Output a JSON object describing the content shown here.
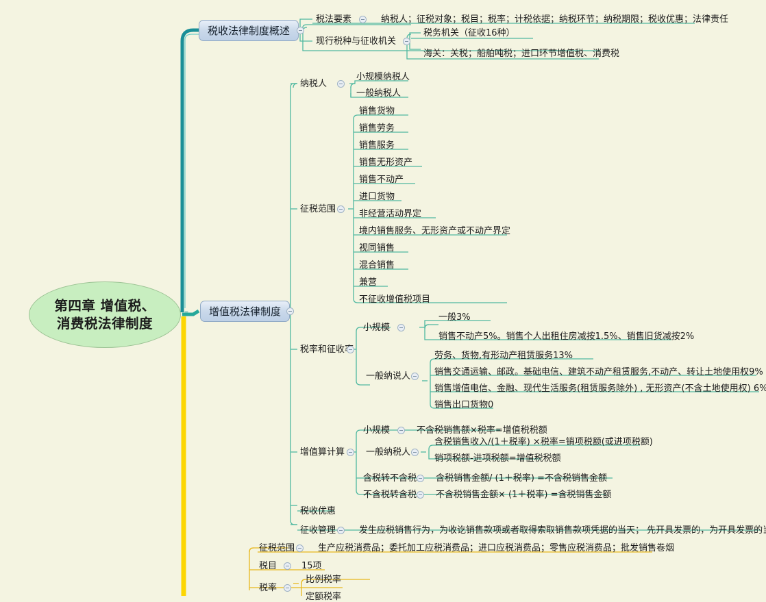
{
  "meta": {
    "background_color": "#f4f4e1",
    "trunk_color_top": "#1a8f97",
    "trunk_color_bottom": "#fcd603",
    "branch_color_green": "#4fb8a0",
    "branch_color_yellow": "#e8b81e",
    "root_fill": "#c8eec0",
    "level1_fill": "#c9d8ea"
  },
  "root": {
    "line1": "第四章 增值税、",
    "line2": "消费税法律制度"
  },
  "branch1": {
    "label": "税收法律制度概述",
    "children": [
      {
        "label": "税法要素",
        "detail": "纳税人；征税对象；税目；税率；计税依据；纳税环节；纳税期限；税收优惠；法律责任"
      },
      {
        "label": "现行税种与征收机关",
        "children": [
          {
            "label": "税务机关（征收16种）"
          },
          {
            "label": "海关：关税；船舶吨税；进口环节增值税、消费税"
          }
        ]
      }
    ]
  },
  "branch2": {
    "label": "增值税法律制度",
    "groups": [
      {
        "label": "纳税人",
        "items": [
          "小规模纳税人",
          "一般纳税人"
        ]
      },
      {
        "label": "征税范围",
        "items": [
          "销售货物",
          "销售劳务",
          "销售服务",
          "销售无形资产",
          "销售不动产",
          "进口货物",
          "非经营活动界定",
          "境内销售服务、无形资产或不动产界定",
          "视同销售",
          "混合销售",
          "兼营",
          "不征收增值税项目"
        ]
      },
      {
        "label": "税率和征收率",
        "subgroups": [
          {
            "label": "小规模",
            "items": [
              "一般3%",
              "销售不动产5%。销售个人出租住房减按1.5%、销售旧货减按2%"
            ]
          },
          {
            "label": "一般纳说人",
            "items": [
              "劳务、货物,有形动产租赁服务13%",
              "销售交通运输、邮政。基础电信、建筑不动产租赁服务,不动产、转让土地使用权9%",
              "销售增值电信、金融、现代生活服务(租赁服务除外) , 无形资产(不含土地使用权) 6%",
              "销售出口货物0"
            ]
          }
        ]
      },
      {
        "label": "增值算计算",
        "subgroups": [
          {
            "label": "小规模",
            "items": [
              "不含税销售额×税率=增值税税额"
            ]
          },
          {
            "label": "一般纳税人",
            "items": [
              "含税销售收入/(1＋税率) ×税率=销项税额(或进项税额)",
              "销项税额-进项税额=增值税税额"
            ]
          },
          {
            "label": "含税转不含税",
            "items": [
              "含税销售金额/ (1＋税率) =不含税销售金额"
            ]
          },
          {
            "label": "不含税转含税",
            "items": [
              "不含税销售金额× (1＋税率) =含税销售金额"
            ]
          }
        ]
      },
      {
        "label": "税收优惠",
        "items": []
      },
      {
        "label": "征收管理",
        "detail": "发生应税销售行为，为收讫销售款项或者取得索取销售款项凭据的当天； 先开具发票的，为开具发票的当天"
      }
    ]
  },
  "branch3": {
    "groups": [
      {
        "label": "征税范围",
        "detail": "生产应税消费品；委托加工应税消费品；进口应税消费品；零售应税消费品；批发销售卷烟"
      },
      {
        "label": "税目",
        "detail": "15项"
      },
      {
        "label": "税率",
        "items": [
          "比例税率",
          "定额税率"
        ]
      }
    ]
  }
}
